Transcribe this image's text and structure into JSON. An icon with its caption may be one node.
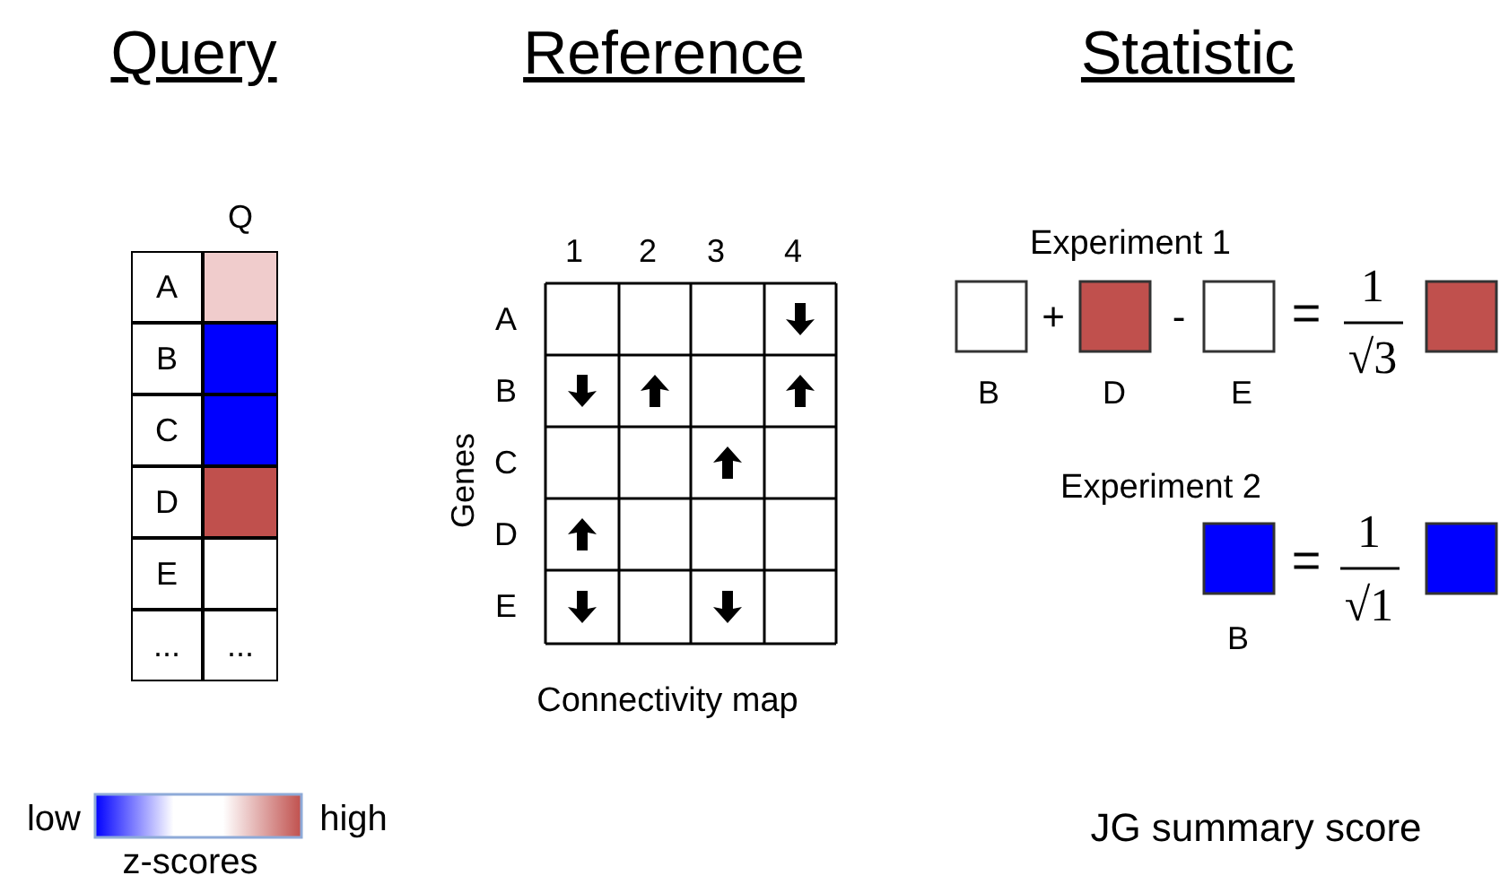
{
  "diagram": {
    "nodes": [
      {
        "text": [],
        "shape": "bar"
      }
    ],
    "labels": [
      "Query",
      "Reference",
      "Statistic",
      "Q",
      "A",
      "B",
      "C",
      "D",
      "E",
      "...",
      "...",
      "Genes",
      "1",
      "2",
      "3",
      "4",
      "A",
      "B",
      "C",
      "D",
      "E",
      "Connectivity map",
      "Experiment 1",
      "+",
      "-",
      "=",
      "1",
      "√3",
      "B",
      "D",
      "E",
      "Experiment 2",
      "=",
      "1",
      "√1",
      "B",
      "low",
      "high",
      "z-scores",
      "JG summary score"
    ]
  }
}
